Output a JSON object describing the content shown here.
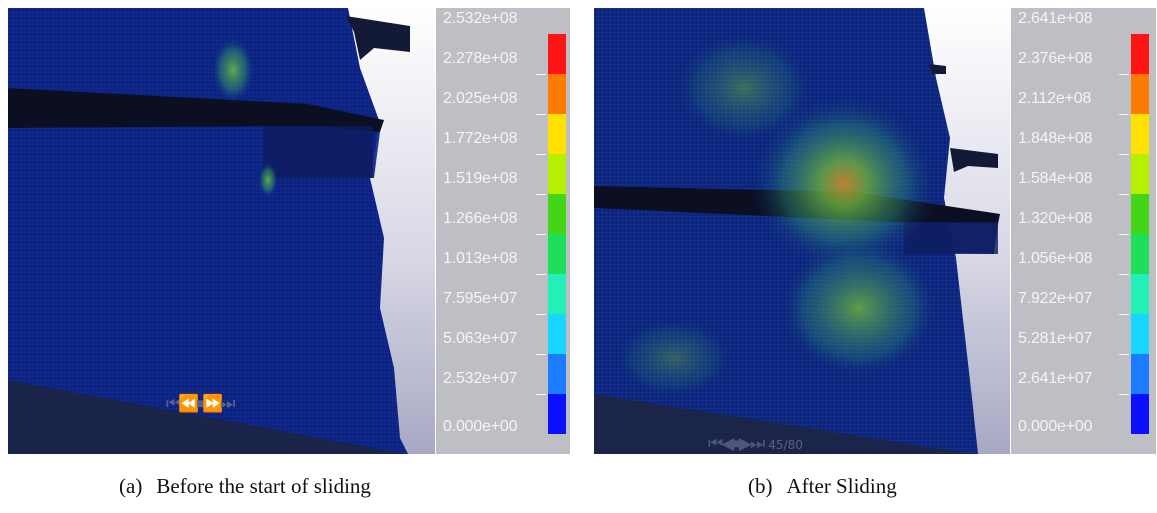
{
  "panels": [
    {
      "id": "a",
      "caption_label": "(a)",
      "caption_text": "Before the start of sliding",
      "legend": {
        "ticks": [
          "2.532e+08",
          "2.278e+08",
          "2.025e+08",
          "1.772e+08",
          "1.519e+08",
          "1.266e+08",
          "1.013e+08",
          "7.595e+07",
          "5.063e+07",
          "2.532e+07",
          "0.000e+00"
        ]
      },
      "controls": "⏮⏪⏹⏩⏭",
      "frame": ""
    },
    {
      "id": "b",
      "caption_label": "(b)",
      "caption_text": "After Sliding",
      "legend": {
        "ticks": [
          "2.641e+08",
          "2.376e+08",
          "2.112e+08",
          "1.848e+08",
          "1.584e+08",
          "1.320e+08",
          "1.056e+08",
          "7.922e+07",
          "5.281e+07",
          "2.641e+07",
          "0.000e+00"
        ]
      },
      "controls": "⏮◀⏹▶⏭",
      "frame": "45/80"
    }
  ],
  "colorbar": [
    "#ff1414",
    "#ff7a00",
    "#ffe000",
    "#b6f000",
    "#44d616",
    "#1edf5a",
    "#22f0b6",
    "#19d6ff",
    "#1c7cff",
    "#0a10ff"
  ],
  "colors": {
    "mesh_base": "#0a1f7a",
    "mesh_line": "#1a3aa8",
    "stress_green": "#4fb83a",
    "stress_orange": "#d0902a",
    "legend_bg": "#bebfc4"
  }
}
